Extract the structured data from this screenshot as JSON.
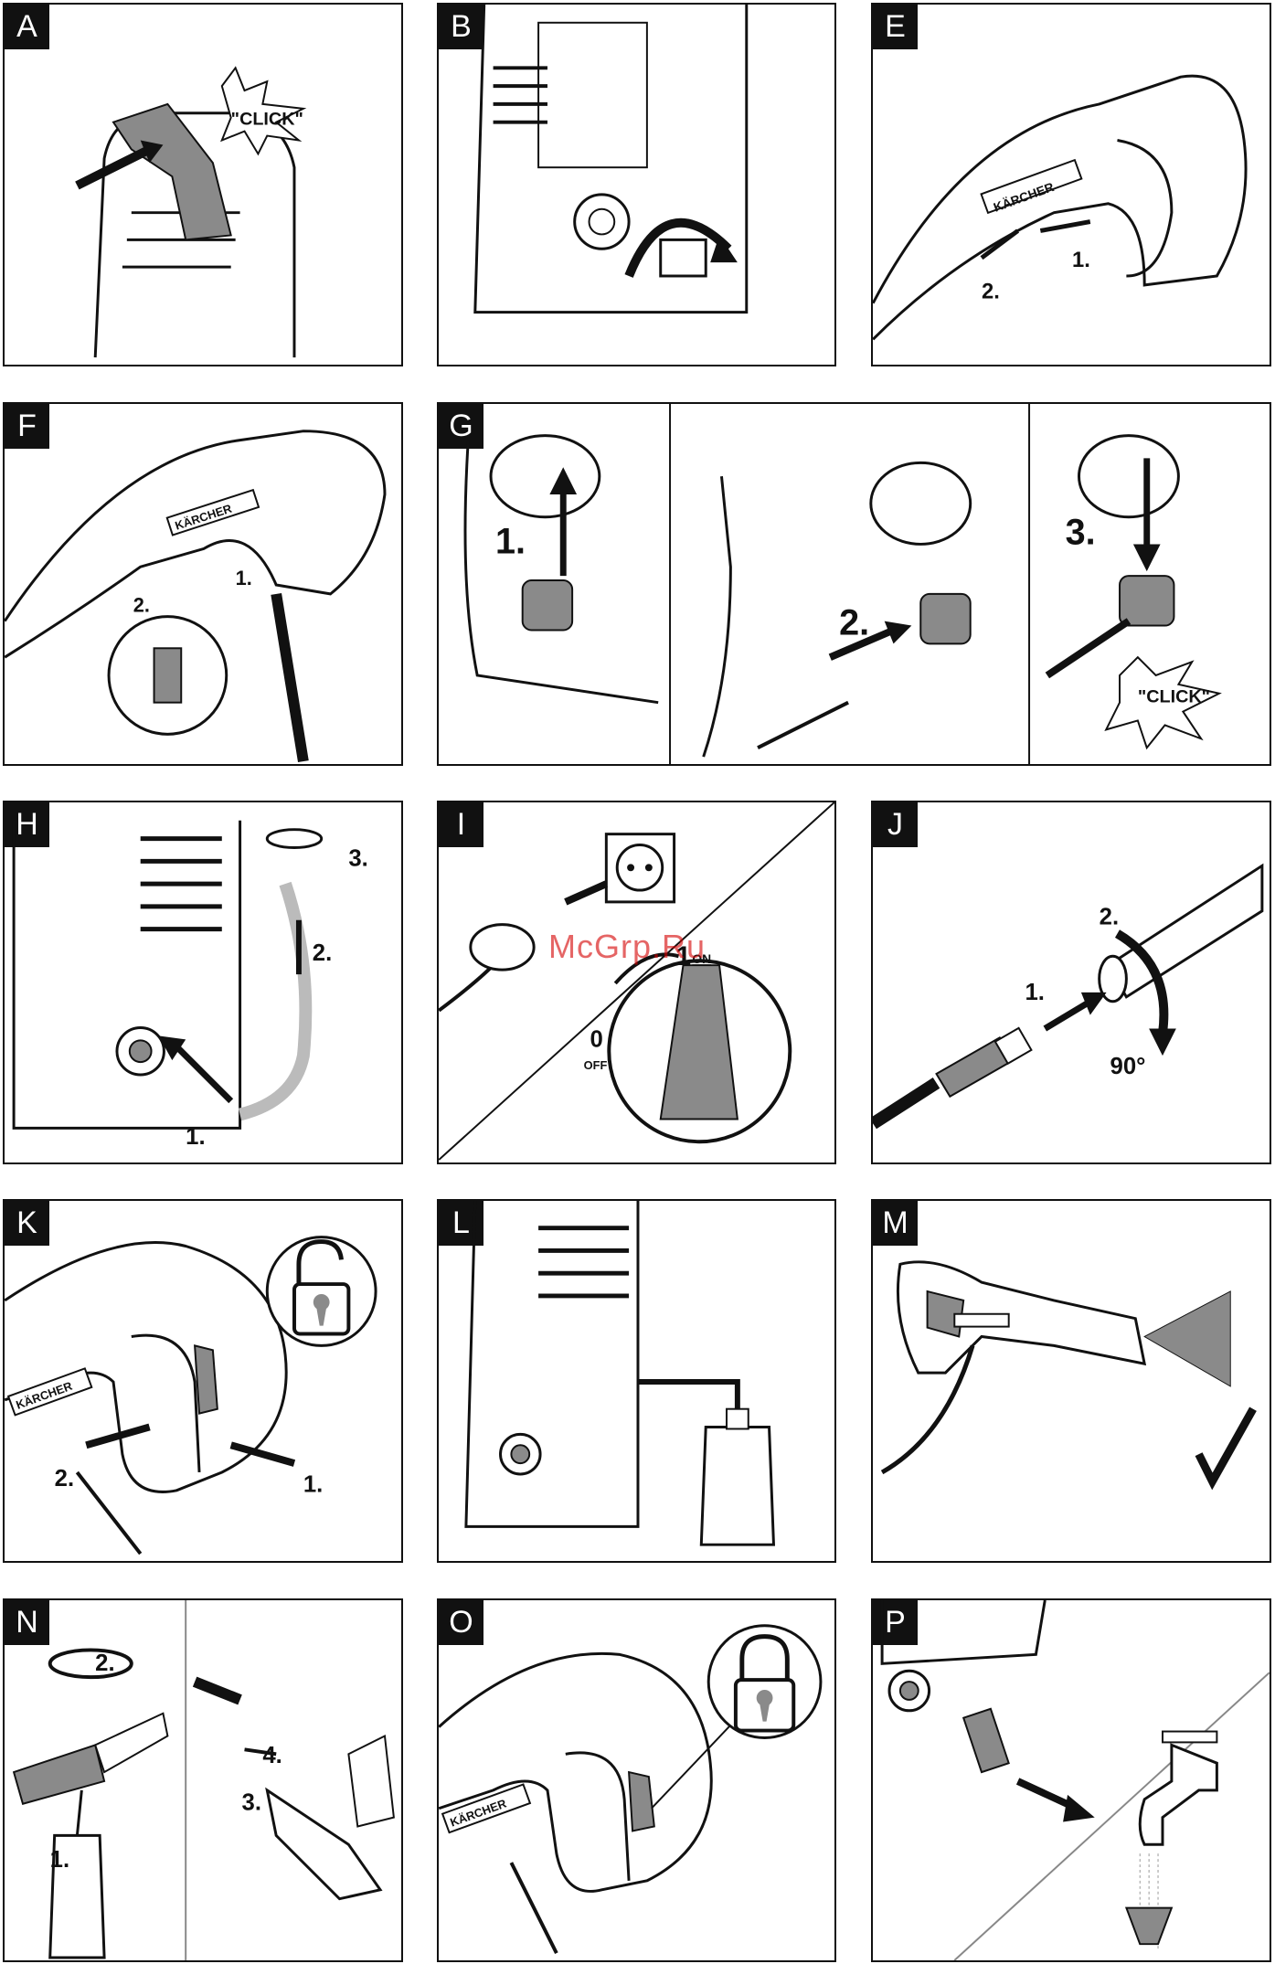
{
  "panels": {
    "A": {
      "letter": "A",
      "callout": "\"CLICK\""
    },
    "B": {
      "letter": "B"
    },
    "E": {
      "letter": "E",
      "logo": "KÄRCHER",
      "step1": "1.",
      "step2": "2."
    },
    "F": {
      "letter": "F",
      "logo": "KÄRCHER",
      "step1": "1.",
      "step2": "2."
    },
    "G": {
      "letter": "G",
      "step1": "1.",
      "step2": "2.",
      "step3": "3.",
      "callout": "\"CLICK\""
    },
    "H": {
      "letter": "H",
      "step1": "1.",
      "step2": "2.",
      "step3": "3."
    },
    "I": {
      "letter": "I",
      "on_num": "1",
      "on_text": "ON",
      "off_num": "0",
      "off_text": "OFF"
    },
    "J": {
      "letter": "J",
      "step1": "1.",
      "step2": "2.",
      "angle": "90°"
    },
    "K": {
      "letter": "K",
      "logo": "KÄRCHER",
      "step1": "1.",
      "step2": "2."
    },
    "L": {
      "letter": "L"
    },
    "M": {
      "letter": "M"
    },
    "N": {
      "letter": "N",
      "step1": "1.",
      "step2": "2.",
      "step3": "3.",
      "step4": "4."
    },
    "O": {
      "letter": "O",
      "logo": "KÄRCHER"
    },
    "P": {
      "letter": "P"
    }
  },
  "watermark": "McGrp.Ru",
  "colors": {
    "ink": "#111111",
    "panel_bg": "#ffffff",
    "grey_fill": "#8a8a8a",
    "watermark": "#d40000"
  }
}
